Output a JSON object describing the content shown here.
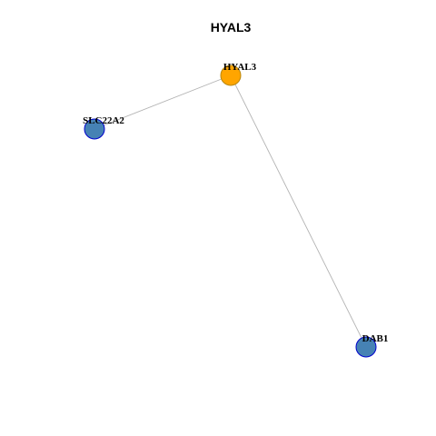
{
  "title": "HYAL3",
  "colors": {
    "center_fill": "#FFA500",
    "center_stroke": "#B8860B",
    "neighbor_fill": "#4682B4",
    "neighbor_stroke": "#0000CD",
    "edge": "#B3B3B3"
  },
  "nodes": [
    {
      "id": "HYAL3",
      "label": "HYAL3",
      "role": "center"
    },
    {
      "id": "SLC22A2",
      "label": "SLC22A2",
      "role": "neighbor"
    },
    {
      "id": "DAB1",
      "label": "DAB1",
      "role": "neighbor"
    }
  ],
  "edges": [
    {
      "source": "HYAL3",
      "target": "SLC22A2"
    },
    {
      "source": "HYAL3",
      "target": "DAB1"
    }
  ]
}
